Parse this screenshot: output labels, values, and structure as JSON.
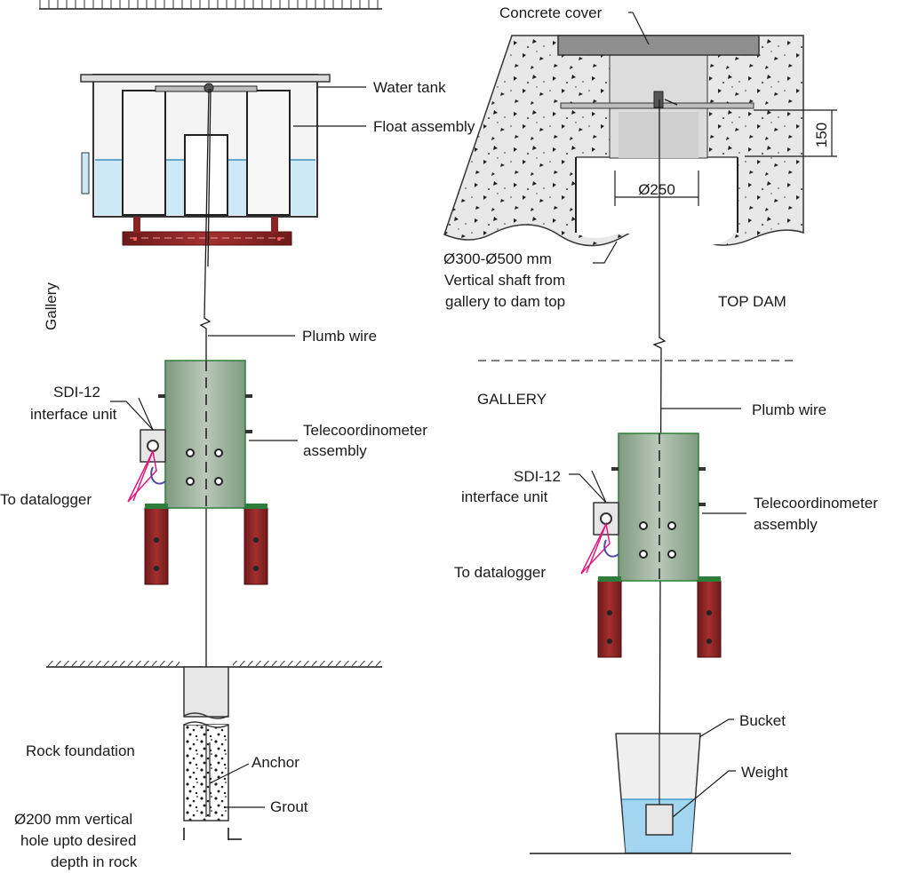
{
  "labels": {
    "water_tank": "Water tank",
    "float_assembly": "Float assembly",
    "gallery_vertical": "Gallery",
    "plumb_wire_left": "Plumb wire",
    "sdi12_left_1": "SDI-12",
    "sdi12_left_2": "interface unit",
    "telecoord_left_1": "Telecoordinometer",
    "telecoord_left_2": "assembly",
    "to_datalogger_left": "To datalogger",
    "rock_foundation": "Rock foundation",
    "anchor": "Anchor",
    "grout": "Grout",
    "hole_1": "Ø200 mm vertical",
    "hole_2": "hole upto desired",
    "hole_3": "depth in rock",
    "concrete_cover": "Concrete cover",
    "dim_150": "150",
    "dim_250": "Ø250",
    "shaft_1": "Ø300-Ø500 mm",
    "shaft_2": "Vertical shaft from",
    "shaft_3": "gallery to dam top",
    "top_dam": "TOP DAM",
    "gallery": "GALLERY",
    "plumb_wire_right": "Plumb wire",
    "sdi12_right_1": "SDI-12",
    "sdi12_right_2": "interface unit",
    "telecoord_right_1": "Telecoordinometer",
    "telecoord_right_2": "assembly",
    "to_datalogger_right": "To datalogger",
    "bucket": "Bucket",
    "weight": "Weight"
  },
  "colors": {
    "water": "#cde9f6",
    "tank_fill": "#f2f2f2",
    "concrete": "#e6e6e6",
    "cover": "#8f8f8f",
    "shaft_inner": "#d8d8d8",
    "telecoord": "#9fb39f",
    "telecoord_edge": "#2f7d3b",
    "bracket_red": "#8a2424",
    "datalogger_cable": "#e0197d",
    "bucket_water": "#8fd0f0"
  }
}
